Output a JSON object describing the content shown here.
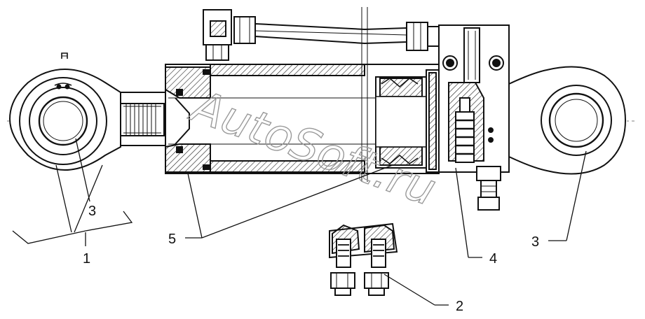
{
  "diagram": {
    "watermark": "AutoSoft.ru",
    "callouts": [
      {
        "id": "c1",
        "label": "1"
      },
      {
        "id": "c2",
        "label": "2"
      },
      {
        "id": "c3a",
        "label": "3"
      },
      {
        "id": "c3b",
        "label": "3"
      },
      {
        "id": "c4",
        "label": "4"
      },
      {
        "id": "c5",
        "label": "5"
      }
    ]
  }
}
